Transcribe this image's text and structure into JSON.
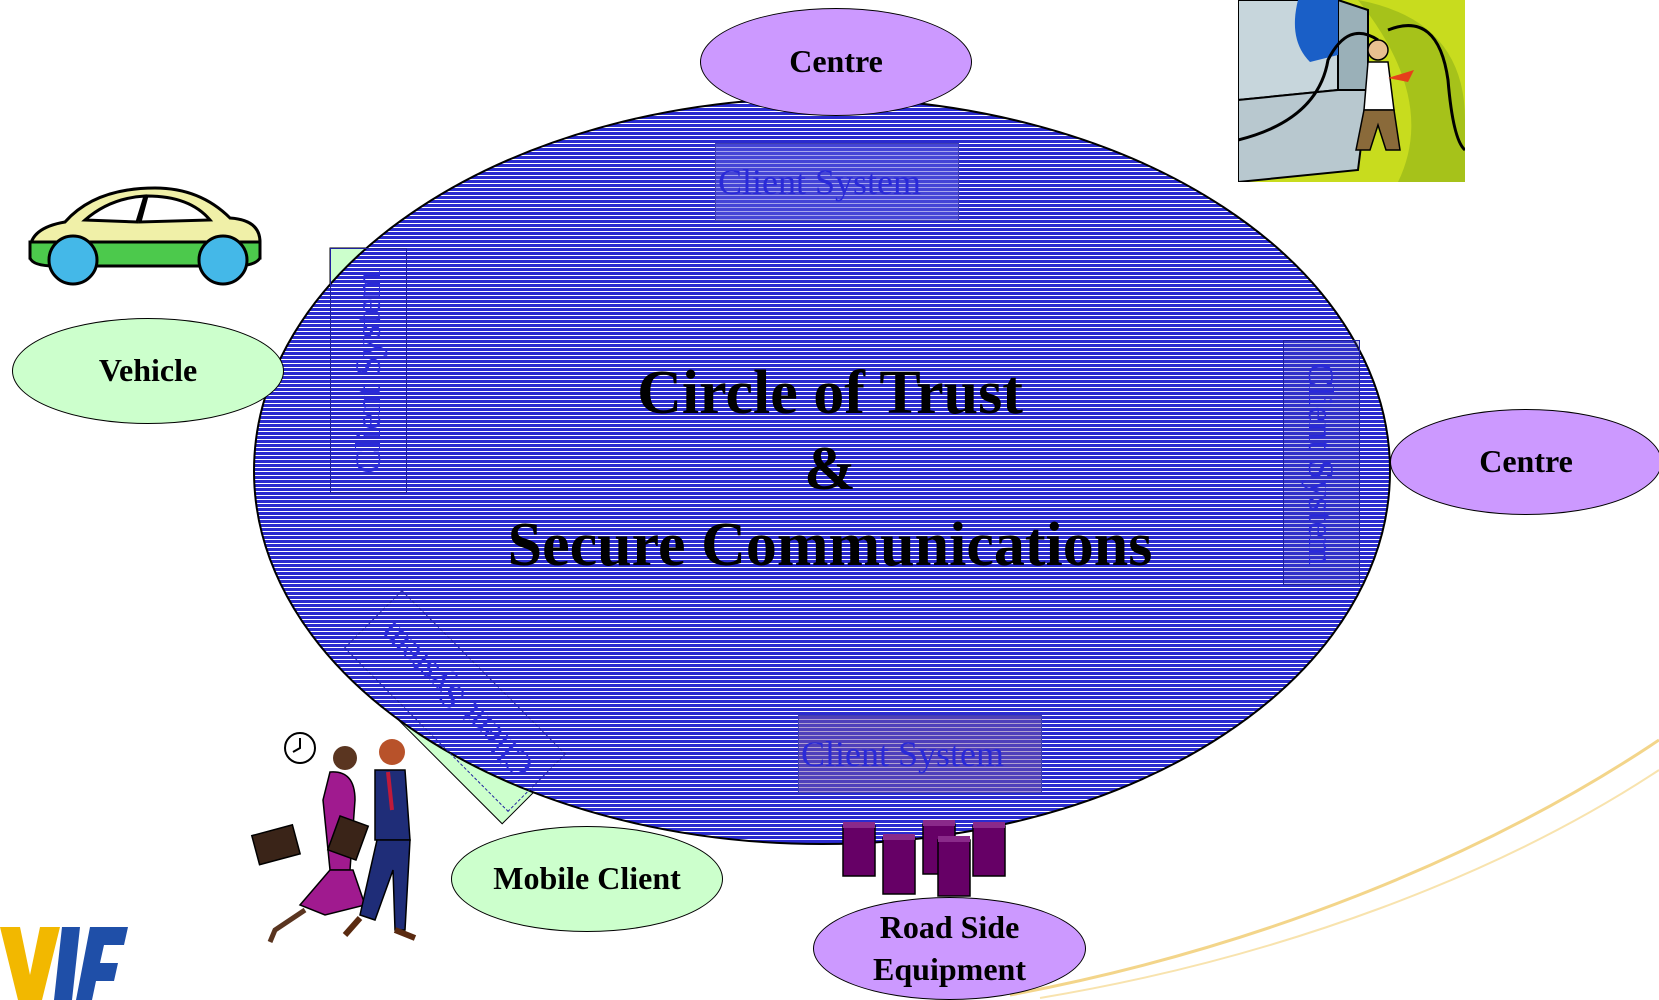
{
  "diagram": {
    "title_lines": [
      "Circle of Trust",
      "&",
      "Secure Communications"
    ],
    "client_label": "Client System",
    "nodes": {
      "centre_top": "Centre",
      "centre_right": "Centre",
      "vehicle": "Vehicle",
      "mobile_client": "Mobile Client",
      "road_side_lines": [
        "Road Side",
        "Equipment"
      ]
    }
  },
  "colors": {
    "circle_fill": "#2b2bcf",
    "centre_fill": "#cc99ff",
    "client_fill": "#ccffcc",
    "client_text": "#2a2ad8",
    "rse_boxes": "#660066"
  }
}
